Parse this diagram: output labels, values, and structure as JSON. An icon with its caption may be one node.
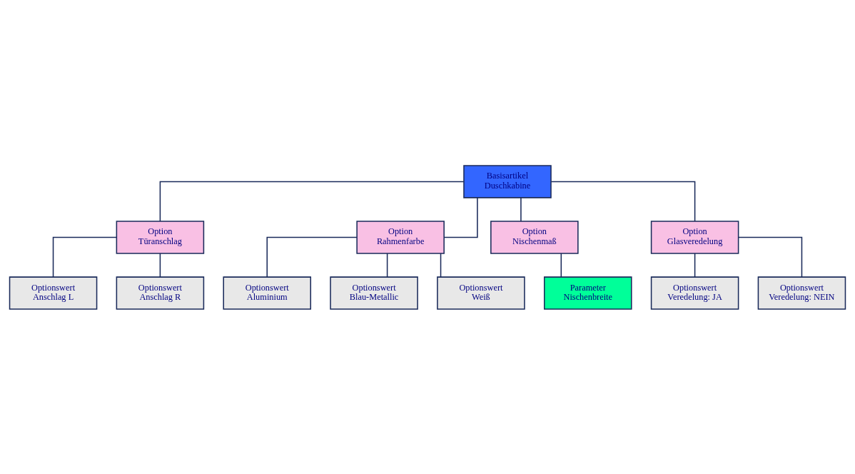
{
  "diagram": {
    "nodes": [
      {
        "text": [
          "Basisartikel Duschkabine"
        ]
      },
      {
        "text": [
          "Option Türanschlag"
        ]
      },
      {
        "text": [
          "Option Rahmenfarbe"
        ]
      },
      {
        "text": [
          "Option Nischenmaß"
        ]
      },
      {
        "text": [
          "Option Glasveredelung"
        ]
      },
      {
        "text": [
          "Optionswert Anschlag L"
        ]
      },
      {
        "text": [
          "Optionswert Anschlag R"
        ]
      },
      {
        "text": [
          "Optionswert Aluminium"
        ]
      },
      {
        "text": [
          "Optionswert Blau-Metallic"
        ]
      },
      {
        "text": [
          "Optionswert Weiß"
        ]
      },
      {
        "text": [
          "Parameter Nischenbreite"
        ]
      },
      {
        "text": [
          "Optionswert Veredelung: JA"
        ]
      },
      {
        "text": [
          "Optionswert Veredelung: NEIN"
        ]
      }
    ],
    "edges": [
      {
        "from": 0,
        "to": 1,
        "arrow": "none"
      },
      {
        "from": 0,
        "to": 2,
        "arrow": "none"
      },
      {
        "from": 0,
        "to": 3,
        "arrow": "none"
      },
      {
        "from": 0,
        "to": 4,
        "arrow": "none"
      },
      {
        "from": 1,
        "to": 5,
        "arrow": "none"
      },
      {
        "from": 1,
        "to": 6,
        "arrow": "none"
      },
      {
        "from": 2,
        "to": 7,
        "arrow": "none"
      },
      {
        "from": 2,
        "to": 8,
        "arrow": "none"
      },
      {
        "from": 2,
        "to": 9,
        "arrow": "none"
      },
      {
        "from": 3,
        "to": 10,
        "arrow": "none"
      },
      {
        "from": 4,
        "to": 11,
        "arrow": "none"
      },
      {
        "from": 4,
        "to": 12,
        "arrow": "none"
      }
    ]
  }
}
